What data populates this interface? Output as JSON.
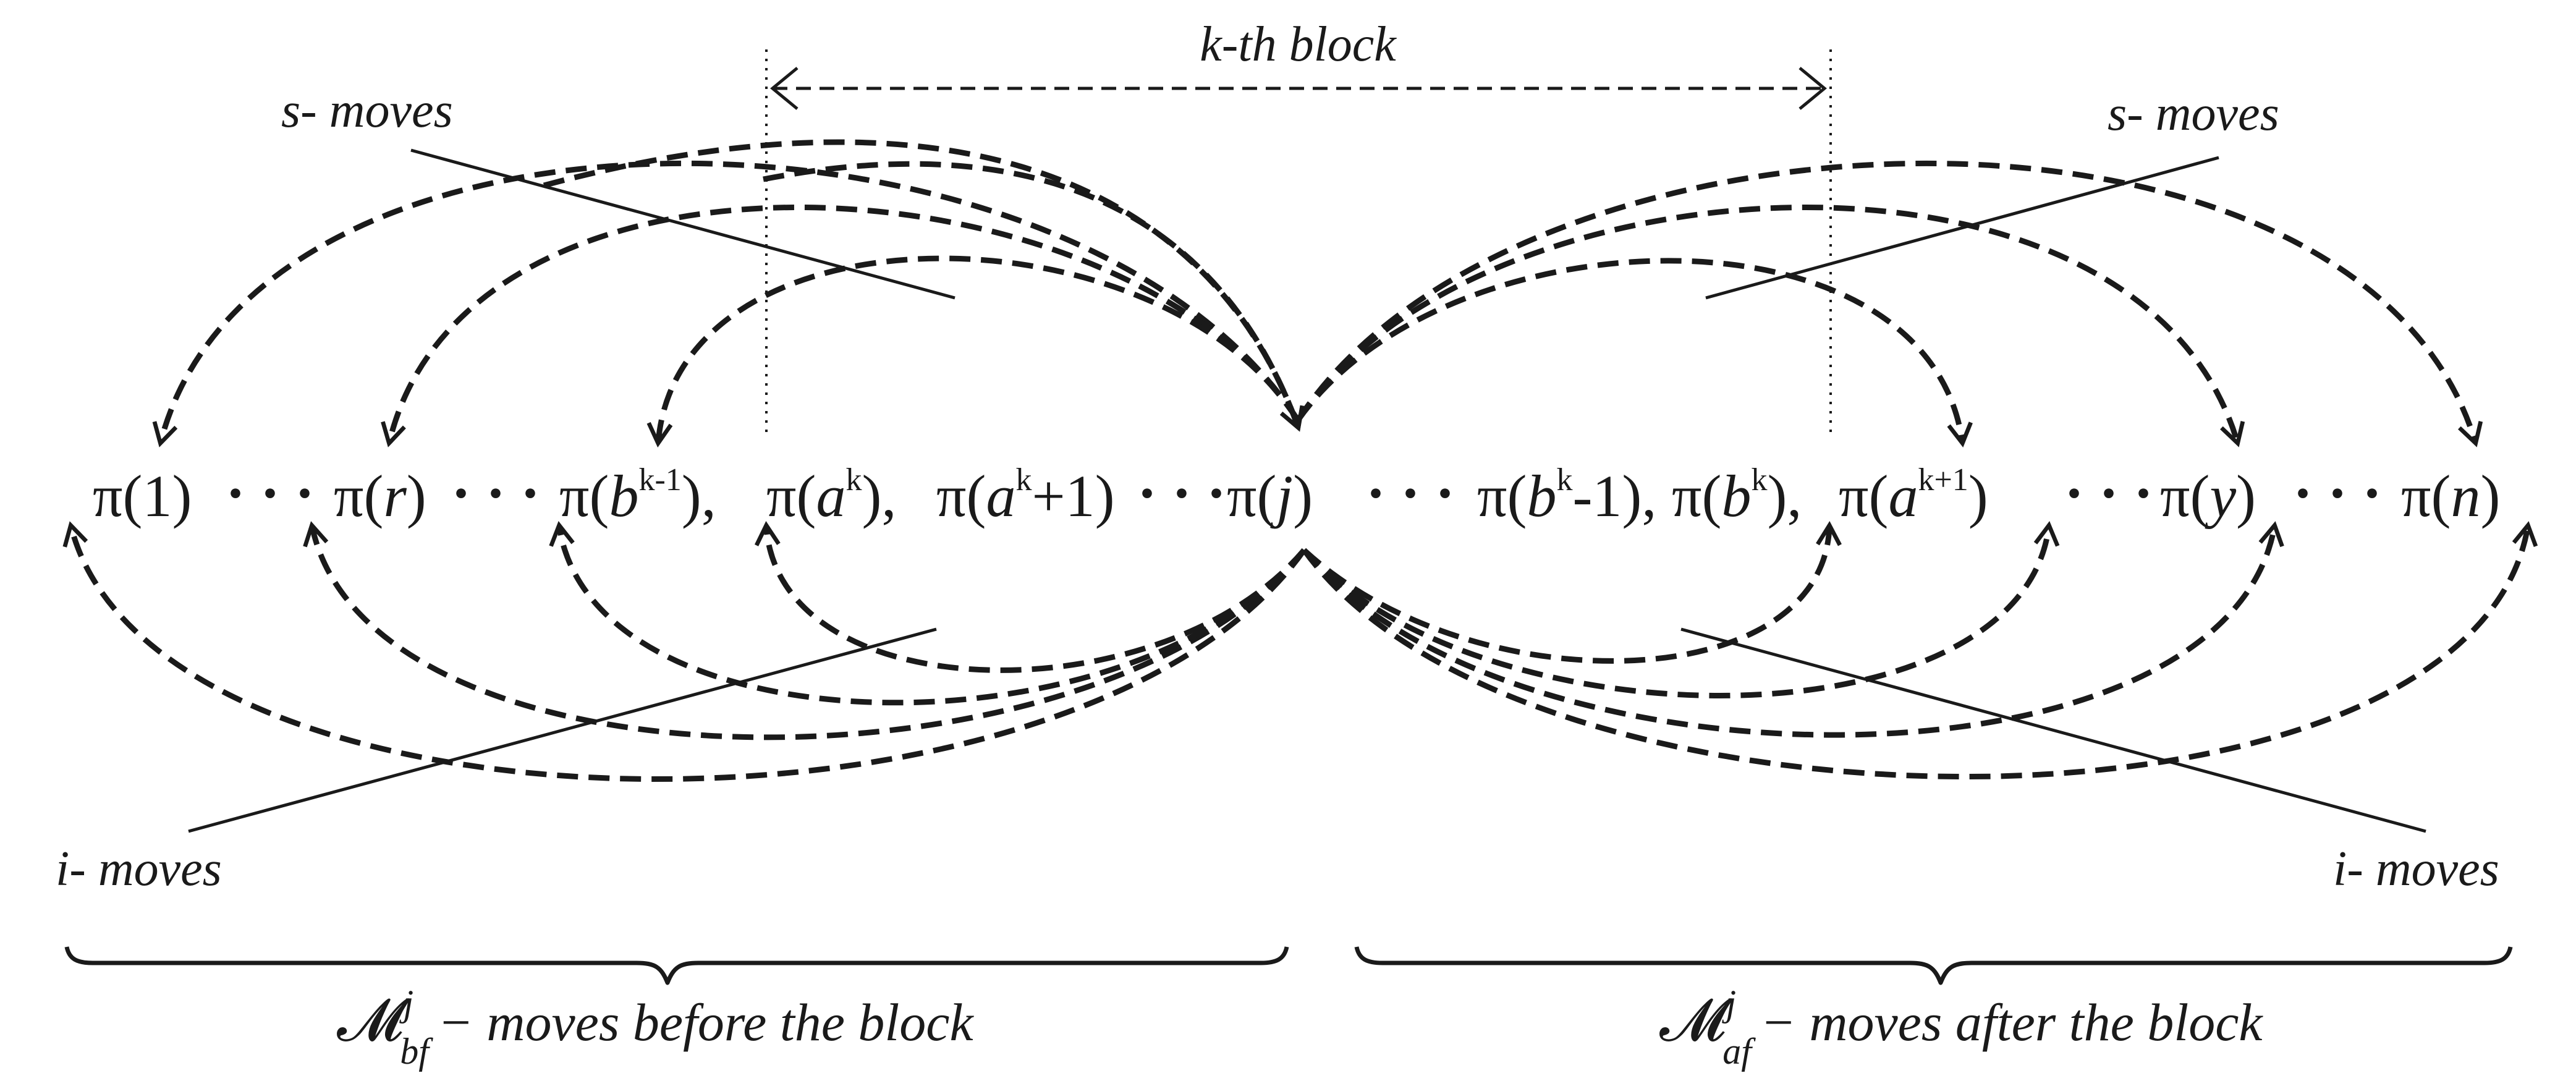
{
  "block_label": {
    "k": "k",
    "suffix": "-th block"
  },
  "sequence": {
    "pi1": {
      "open": "π(",
      "arg": "1",
      "close": ")"
    },
    "dots1": "· · ·",
    "pir": {
      "open": "π(",
      "arg": "r",
      "close": ")"
    },
    "dots2": "· · ·",
    "pibk1": {
      "open": "π(",
      "arg": "b",
      "sup": "k-1",
      "close": "),"
    },
    "piak": {
      "open": "π(",
      "arg": "a",
      "sup": "k",
      "close": "),"
    },
    "piak1": {
      "open": "π(",
      "arg": "a",
      "sup": "k",
      "tail": "+1)"
    },
    "dots3": "· · ·",
    "pij": {
      "open": "π(",
      "arg": "j",
      "close": ")"
    },
    "dots4": "· · ·",
    "pibkm1": {
      "open": "π(",
      "arg": "b",
      "sup": "k",
      "tail": "-1),"
    },
    "pibk": {
      "open": "π(",
      "arg": "b",
      "sup": "k",
      "close": "),"
    },
    "piakp1": {
      "open": "π(",
      "arg": "a",
      "sup": "k+1",
      "close": ")"
    },
    "dots5": "· · ·",
    "piy": {
      "open": "π(",
      "arg": "y",
      "close": ")"
    },
    "dots6": "· · ·",
    "pin": {
      "open": "π(",
      "arg": "n",
      "close": ")"
    }
  },
  "labels": {
    "s_moves_left": "s- moves",
    "s_moves_right": "s- moves",
    "i_moves_left": "i- moves",
    "i_moves_right": "i- moves"
  },
  "braces": {
    "left": {
      "symbol": "𝓜",
      "sup": "j",
      "sub": "bf",
      "text": "− moves before the block"
    },
    "right": {
      "symbol": "𝓜",
      "sup": "j",
      "sub": "af",
      "text": "− moves after the block"
    }
  }
}
